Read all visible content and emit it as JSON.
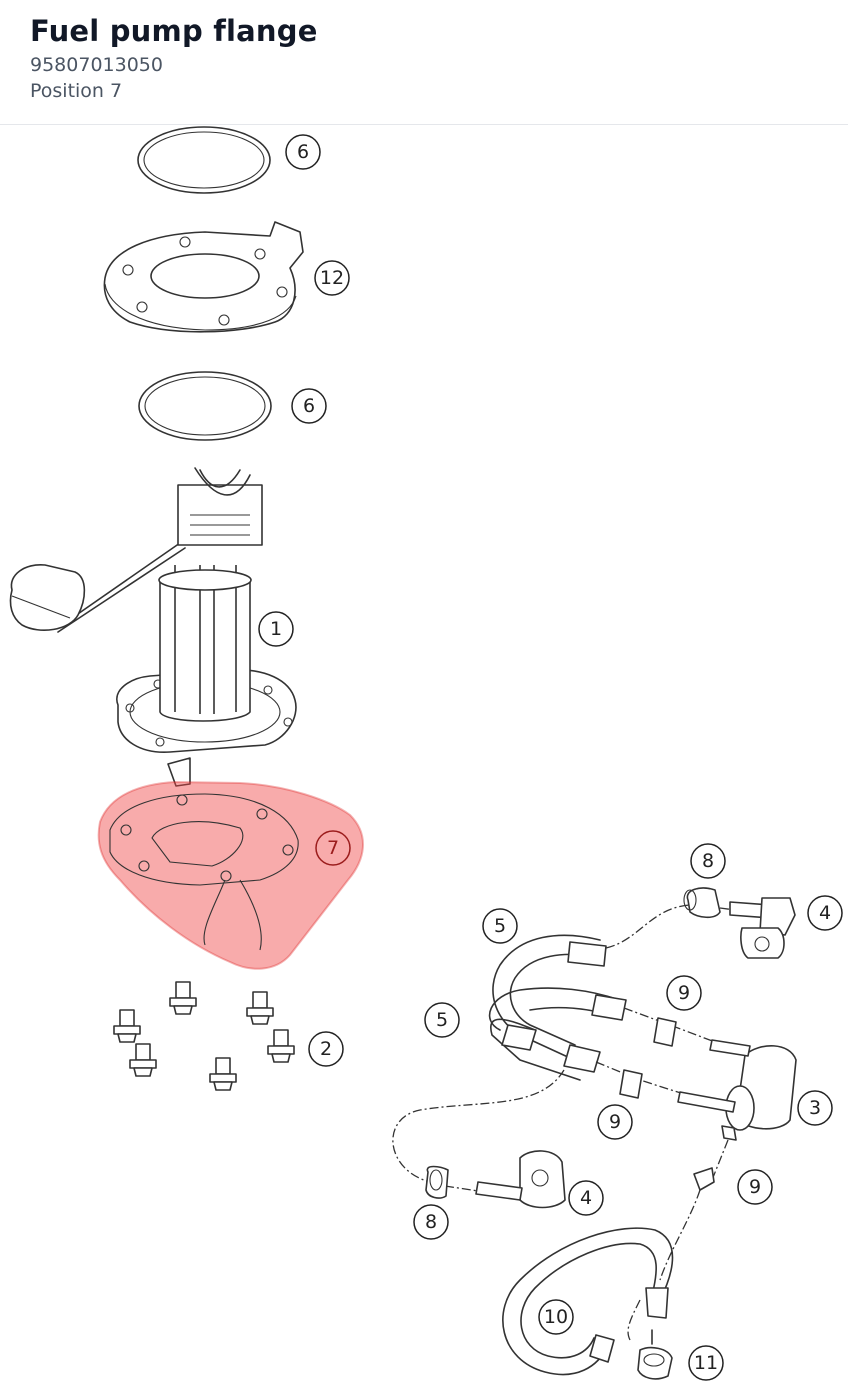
{
  "header": {
    "title": "Fuel pump flange",
    "part_number": "95807013050",
    "position": "Position 7"
  },
  "diagram": {
    "highlight_color": "#ef4444",
    "callouts": [
      {
        "label": "6"
      },
      {
        "label": "12"
      },
      {
        "label": "6"
      },
      {
        "label": "1"
      },
      {
        "label": "7"
      },
      {
        "label": "2"
      },
      {
        "label": "8"
      },
      {
        "label": "4"
      },
      {
        "label": "5"
      },
      {
        "label": "9"
      },
      {
        "label": "5"
      },
      {
        "label": "3"
      },
      {
        "label": "9"
      },
      {
        "label": "9"
      },
      {
        "label": "4"
      },
      {
        "label": "8"
      },
      {
        "label": "10"
      },
      {
        "label": "11"
      }
    ]
  }
}
